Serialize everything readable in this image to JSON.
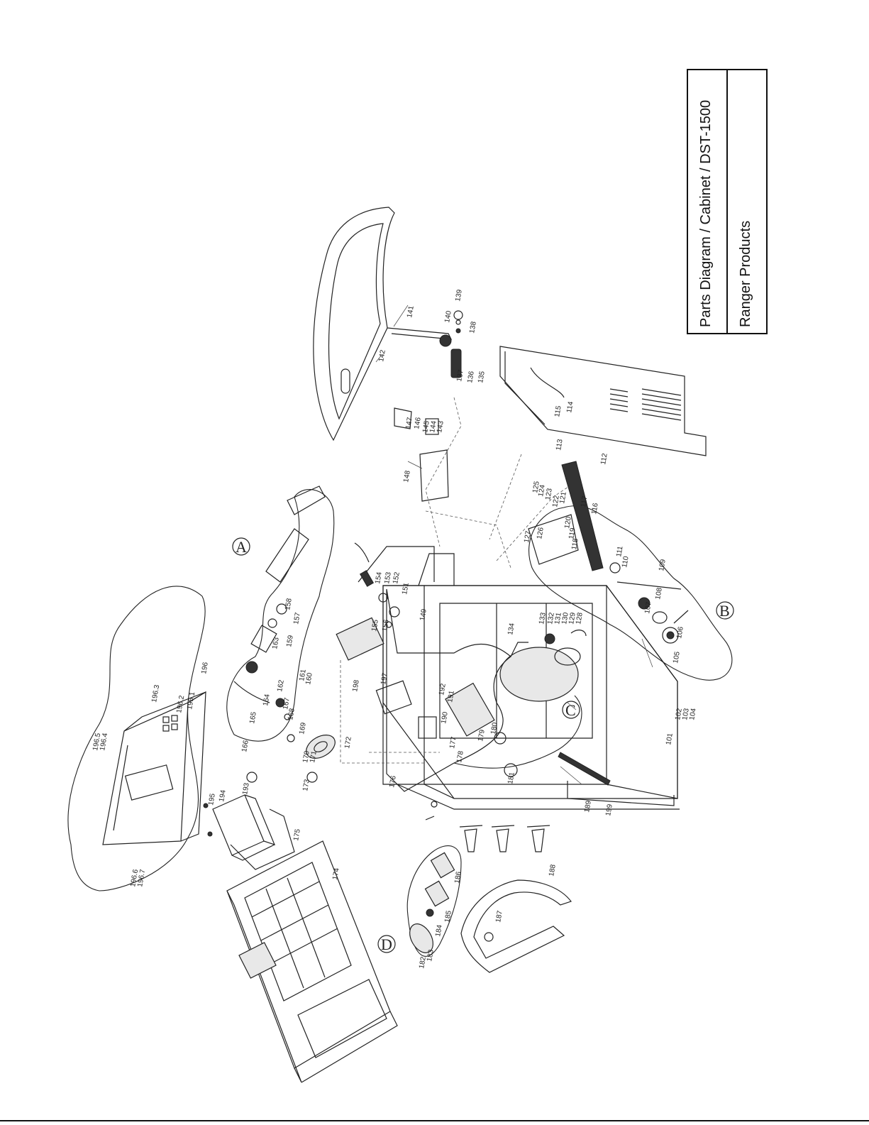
{
  "title_block": {
    "title": "Parts Diagram / Cabinet / DST-1500",
    "company": "Ranger Products"
  },
  "subassemblies": [
    "A",
    "B",
    "C",
    "D"
  ],
  "part_labels": [
    "101",
    "102",
    "103",
    "104",
    "105",
    "106",
    "107",
    "108",
    "109",
    "110",
    "111",
    "112",
    "113",
    "114",
    "115",
    "116",
    "117",
    "118",
    "119",
    "120",
    "121",
    "122",
    "123",
    "124",
    "125",
    "126",
    "127",
    "128",
    "129",
    "130",
    "131",
    "132",
    "133",
    "134",
    "135",
    "136",
    "137",
    "138",
    "139",
    "140",
    "141",
    "142",
    "143",
    "144",
    "145",
    "146",
    "147",
    "148",
    "149",
    "151",
    "152",
    "153",
    "154",
    "155",
    "156",
    "157",
    "158",
    "159",
    "160",
    "161",
    "162",
    "163",
    "164",
    "165",
    "166",
    "167",
    "168",
    "169",
    "170",
    "171",
    "172",
    "173",
    "174",
    "175",
    "176",
    "177",
    "178",
    "179",
    "180",
    "181",
    "182",
    "183",
    "184",
    "185",
    "186",
    "187",
    "188",
    "189",
    "190",
    "191",
    "192",
    "193",
    "194",
    "195",
    "196",
    "196.1",
    "196.2",
    "196.3",
    "196.4",
    "196.5",
    "196.6",
    "196.7",
    "197",
    "198",
    "199"
  ]
}
